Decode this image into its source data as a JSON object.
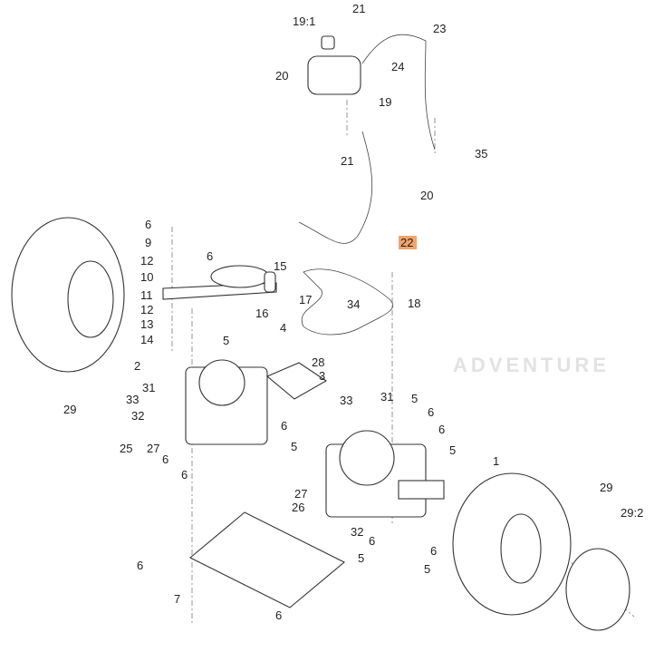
{
  "diagram": {
    "watermark": "ADVENTURE",
    "highlight_color": "#f4a46a",
    "highlighted_callout": "22",
    "callouts": [
      "19:1",
      "21",
      "23",
      "24",
      "20",
      "19",
      "35",
      "21",
      "20",
      "22",
      "6",
      "9",
      "12",
      "10",
      "11",
      "15",
      "6",
      "17",
      "34",
      "18",
      "12",
      "16",
      "13",
      "14",
      "4",
      "5",
      "28",
      "2",
      "3",
      "29",
      "33",
      "31",
      "33",
      "31",
      "5",
      "6",
      "6",
      "32",
      "6",
      "25",
      "27",
      "6",
      "6",
      "5",
      "5",
      "1",
      "27",
      "26",
      "29",
      "29:2",
      "32",
      "6",
      "6",
      "5",
      "5",
      "6",
      "7",
      "6"
    ]
  }
}
